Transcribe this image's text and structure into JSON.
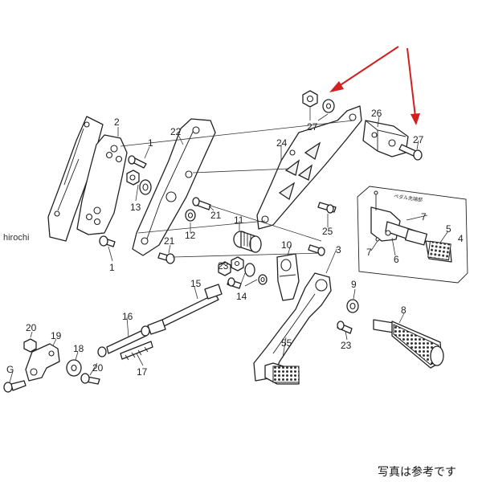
{
  "watermark": "hirochi",
  "caption": "写真は参考です",
  "inset_note": "ペダル先端部",
  "colors": {
    "arrow": "#d21f1f",
    "line": "#222222",
    "background": "#ffffff"
  },
  "labels": {
    "p2": "2",
    "p1": "1",
    "p11": "11",
    "p12": "12",
    "p13": "13",
    "p22": "22",
    "p21a": "21",
    "p21b": "21",
    "p24": "24",
    "p25": "25",
    "p26": "26",
    "p27a": "27",
    "p27b": "27",
    "p3": "3",
    "p4": "4",
    "p5": "5",
    "p6": "6",
    "p7a": "7",
    "p7b": "7",
    "p8": "8",
    "p9": "9",
    "p10": "10",
    "p14": "14",
    "p15": "15",
    "p16": "16",
    "p17": "17",
    "p18": "18",
    "p19": "19",
    "p20a": "20",
    "p20b": "20",
    "p23a": "23",
    "p23b": "23",
    "p55": "55",
    "pG": "G"
  }
}
